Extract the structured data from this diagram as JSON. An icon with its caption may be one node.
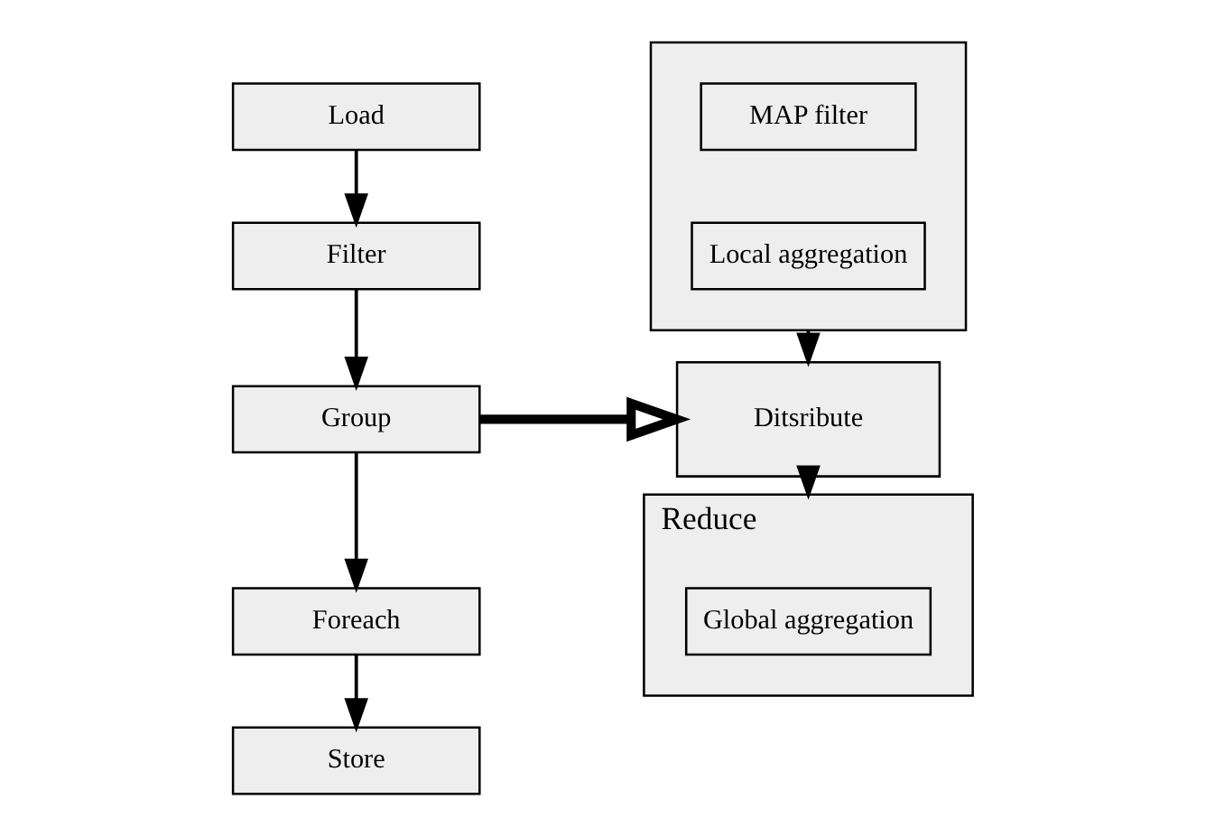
{
  "diagram": {
    "nodes": [
      {
        "text": [
          "Load"
        ]
      },
      {
        "text": [
          "Filter"
        ]
      },
      {
        "text": [
          "Group"
        ]
      },
      {
        "text": [
          "Foreach"
        ]
      },
      {
        "text": [
          "Store"
        ]
      },
      {
        "text": [],
        "shape": "box"
      },
      {
        "text": [
          "MAP filter"
        ],
        "in": 5
      },
      {
        "text": [
          "Local aggregation"
        ],
        "in": 5
      },
      {
        "text": [
          "Ditsribute"
        ]
      },
      {
        "text": [
          "Reduce"
        ]
      },
      {
        "text": [
          "Global aggregation"
        ],
        "in": 9
      }
    ],
    "edges": [
      {
        "from": 0,
        "to": 1,
        "arrow": "to"
      },
      {
        "from": 1,
        "to": 2,
        "arrow": "to"
      },
      {
        "from": 2,
        "to": 3,
        "arrow": "to"
      },
      {
        "from": 3,
        "to": 4,
        "arrow": "to"
      },
      {
        "from": 2,
        "to": 8,
        "arrow": "to",
        "style": "thick"
      },
      {
        "from": 5,
        "to": 8,
        "arrow": "to"
      },
      {
        "from": 8,
        "to": 9,
        "arrow": "to"
      }
    ]
  }
}
